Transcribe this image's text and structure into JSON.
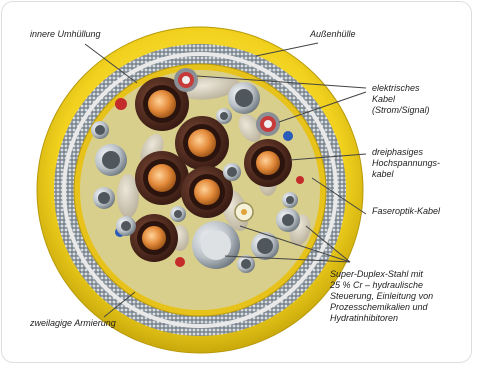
{
  "labels": {
    "inner_sheath": "innere Umhüllung",
    "outer_sheath": "Außenhülle",
    "electric_cable": "elektrisches\nKabel\n(Strom/Signal)",
    "hv_cable": "dreiphasiges\nHochspannungs-\nkabel",
    "fiber_cable": "Faseroptik-Kabel",
    "duplex_steel": "Super-Duplex-Stahl mit\n25 % Cr – hydraulische\nSteuerung, Einleitung von\nProzesschemikalien und\nHydratinhibitoren",
    "armoring": "zweilagige Armierung"
  },
  "colors": {
    "outer_sheath": "#f2d21e",
    "armor_wire": "#9aa3ab",
    "inner_sheath": "#d8b91a",
    "filler": "#c9c2b0",
    "power_core_outer": "#5a2e22",
    "power_core_copper": "#e38a3a",
    "tube_steel": "#b9c0c6",
    "leader_line": "#444444"
  }
}
